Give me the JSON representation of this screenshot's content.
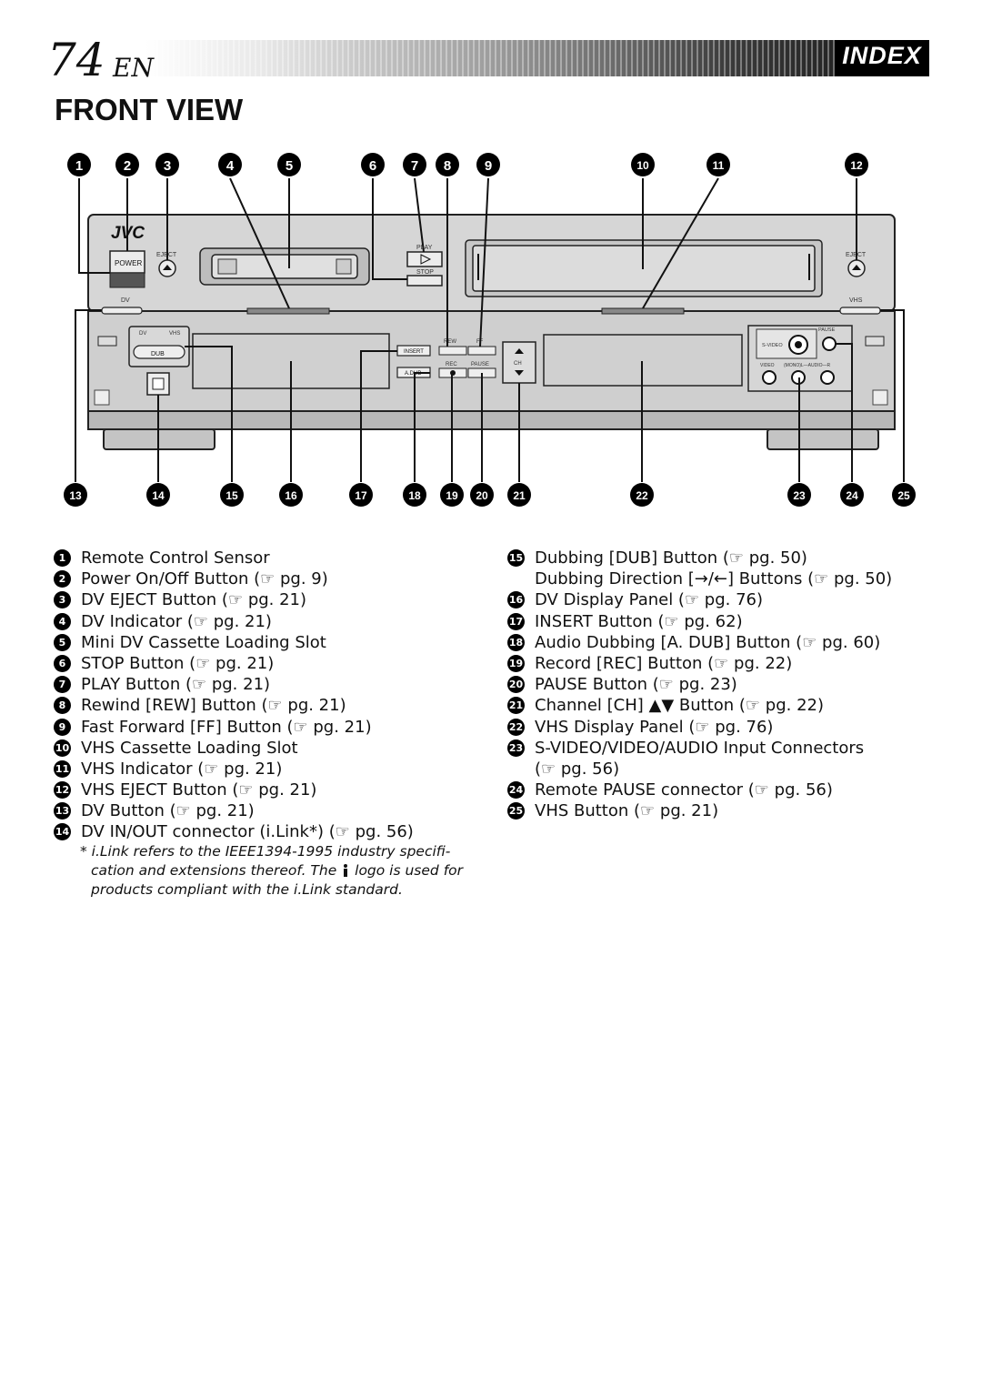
{
  "header": {
    "page_number": "74",
    "lang": "EN",
    "section": "INDEX"
  },
  "view_title": "FRONT VIEW",
  "device": {
    "brand": "JVC",
    "power_label": "POWER",
    "dv_eject_label": "EJECT",
    "vhs_eject_label": "EJECT",
    "play_label": "PLAY",
    "stop_label": "STOP",
    "dv_label": "DV",
    "vhs_label": "VHS",
    "dub_label": "DUB",
    "dub_dv": "DV",
    "dub_vhs": "VHS",
    "insert_label": "INSERT",
    "adub_label": "A.DUB",
    "rew_label": "REW",
    "ff_label": "FF",
    "rec_label": "REC",
    "pause_label": "PAUSE",
    "ch_label": "CH",
    "svideo_label": "S-VIDEO",
    "video_label": "VIDEO",
    "audio_label": "(MONO)L—AUDIO—R",
    "rpause_label": "PAUSE"
  },
  "callouts_top": [
    "1",
    "2",
    "3",
    "4",
    "5",
    "6",
    "7",
    "8",
    "9",
    "10",
    "11",
    "12"
  ],
  "callouts_bottom": [
    "13",
    "14",
    "15",
    "16",
    "17",
    "18",
    "19",
    "20",
    "21",
    "22",
    "23",
    "24",
    "25"
  ],
  "legend_left": [
    {
      "n": "1",
      "text": "Remote Control Sensor"
    },
    {
      "n": "2",
      "text": "Power On/Off Button (☞ pg. 9)"
    },
    {
      "n": "3",
      "text": "DV EJECT Button (☞ pg. 21)"
    },
    {
      "n": "4",
      "text": "DV Indicator (☞ pg. 21)"
    },
    {
      "n": "5",
      "text": "Mini DV Cassette Loading Slot"
    },
    {
      "n": "6",
      "text": "STOP Button (☞ pg. 21)"
    },
    {
      "n": "7",
      "text": "PLAY Button (☞ pg. 21)"
    },
    {
      "n": "8",
      "text": "Rewind [REW] Button (☞ pg. 21)"
    },
    {
      "n": "9",
      "text": "Fast Forward [FF] Button (☞ pg. 21)"
    },
    {
      "n": "10",
      "text": "VHS Cassette Loading Slot"
    },
    {
      "n": "11",
      "text": "VHS Indicator (☞ pg. 21)"
    },
    {
      "n": "12",
      "text": "VHS EJECT Button (☞ pg. 21)"
    },
    {
      "n": "13",
      "text": "DV Button (☞ pg. 21)"
    },
    {
      "n": "14",
      "text": "DV IN/OUT connector (i.Link*) (☞ pg. 56)"
    }
  ],
  "legend_right": [
    {
      "n": "15",
      "text": "Dubbing [DUB] Button (☞ pg. 50)"
    },
    {
      "n": "",
      "text": "Dubbing Direction [→/←] Buttons (☞ pg. 50)"
    },
    {
      "n": "16",
      "text": "DV Display Panel (☞ pg. 76)"
    },
    {
      "n": "17",
      "text": "INSERT Button (☞ pg. 62)"
    },
    {
      "n": "18",
      "text": "Audio Dubbing [A. DUB] Button (☞ pg. 60)"
    },
    {
      "n": "19",
      "text": "Record [REC] Button (☞ pg. 22)"
    },
    {
      "n": "20",
      "text": "PAUSE Button (☞ pg. 23)"
    },
    {
      "n": "21",
      "text": "Channel [CH] ▲▼ Button (☞ pg. 22)"
    },
    {
      "n": "22",
      "text": "VHS Display Panel (☞ pg. 76)"
    },
    {
      "n": "23",
      "text": "S-VIDEO/VIDEO/AUDIO Input Connectors"
    },
    {
      "n": "",
      "text": "(☞ pg. 56)"
    },
    {
      "n": "24",
      "text": "Remote PAUSE connector (☞ pg. 56)"
    },
    {
      "n": "25",
      "text": "VHS Button (☞ pg. 21)"
    }
  ],
  "footnote": {
    "line1": "* i.Link refers to the IEEE1394-1995 industry specifi-",
    "line2a": "cation and extensions thereof. The",
    "line2b": "logo is used for",
    "line3": "products compliant with the i.Link standard."
  }
}
